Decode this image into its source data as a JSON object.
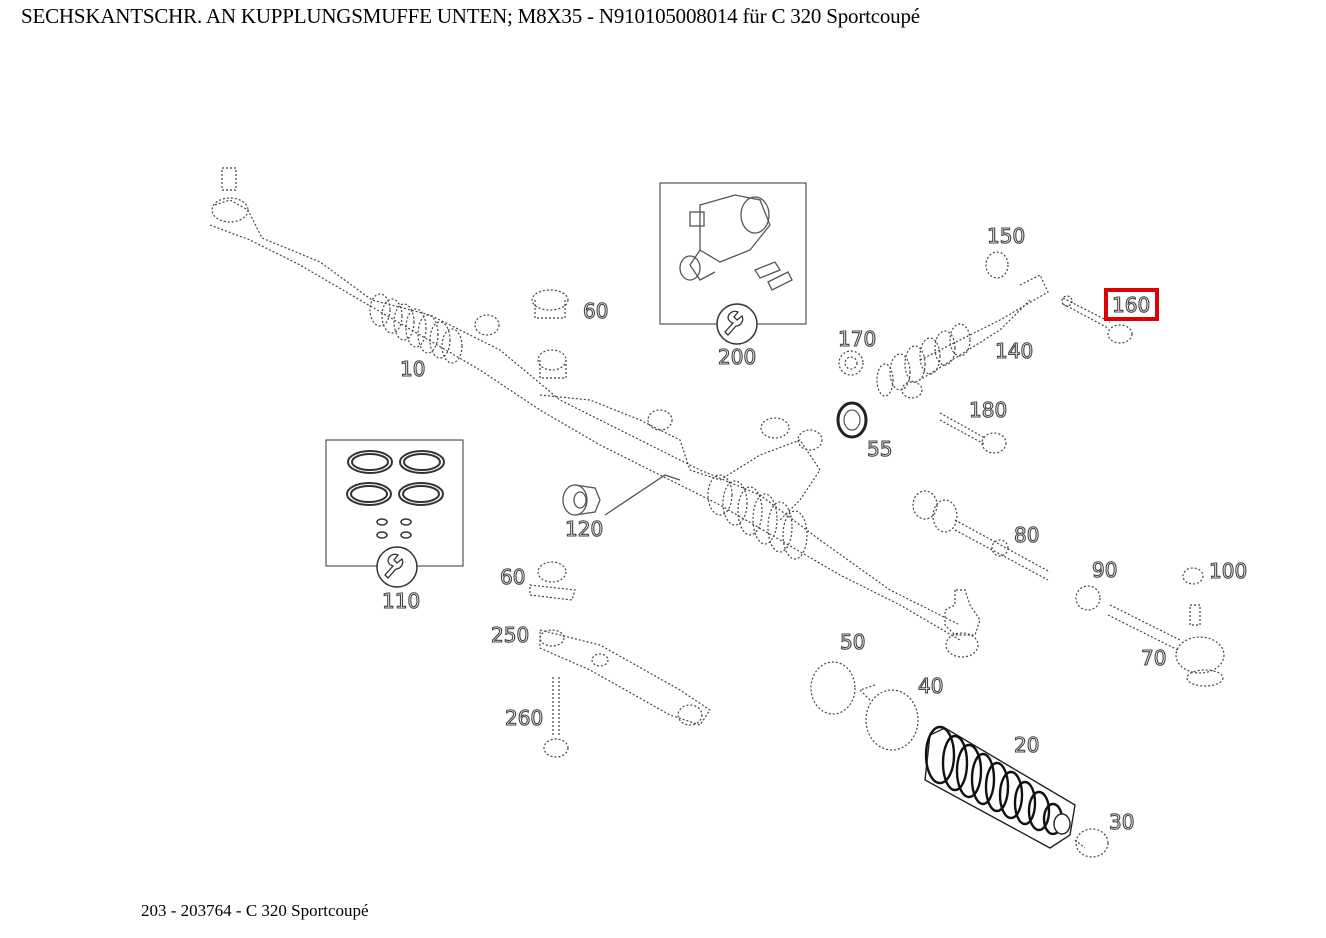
{
  "header": {
    "title": "SECHSKANTSCHR. AN KUPPLUNGSMUFFE UNTEN; M8X35 - N910105008014 für C 320 Sportcoupé"
  },
  "footer": {
    "text": "203 - 203764 - C 320 Sportcoupé"
  },
  "diagram": {
    "highlighted_part": "160",
    "highlight_color": "#e00000",
    "callouts": {
      "c10": "10",
      "c20": "20",
      "c30": "30",
      "c40": "40",
      "c50": "50",
      "c55": "55",
      "c60a": "60",
      "c60b": "60",
      "c70": "70",
      "c80": "80",
      "c90": "90",
      "c100": "100",
      "c110": "110",
      "c120": "120",
      "c140": "140",
      "c150": "150",
      "c160": "160",
      "c170": "170",
      "c180": "180",
      "c200": "200",
      "c250": "250",
      "c260": "260"
    },
    "kit_icons": [
      "wrench-icon",
      "wrench-icon"
    ]
  }
}
